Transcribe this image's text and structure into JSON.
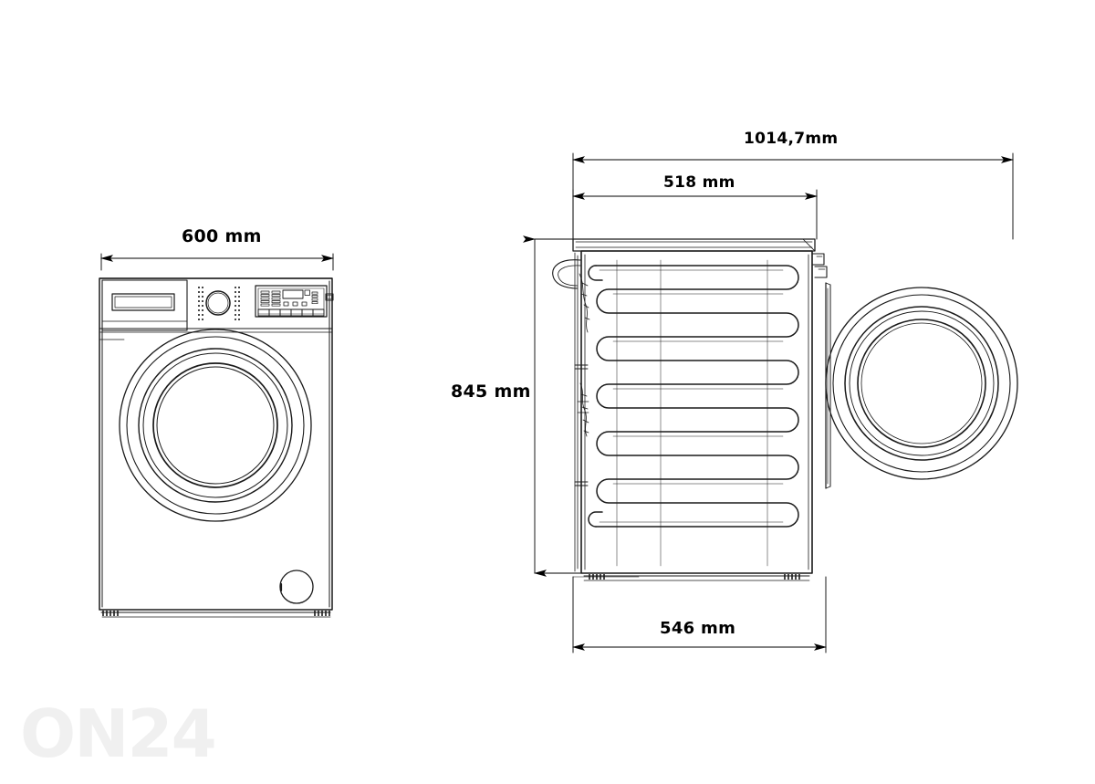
{
  "document": {
    "type": "technical-dimension-drawing",
    "subject": "Front-load washing machine",
    "background_color": "#ffffff",
    "line_color": "#1a1a1a",
    "text_color": "#000000"
  },
  "watermark": {
    "text": "ON24",
    "color": "#f0f0f0"
  },
  "dimensions": {
    "front_width": {
      "value": "600 mm",
      "view": "front",
      "orientation": "horizontal"
    },
    "total_depth_with_open_door": {
      "value": "1014,7mm",
      "view": "side",
      "orientation": "horizontal"
    },
    "body_depth": {
      "value": "518 mm",
      "view": "side",
      "orientation": "horizontal"
    },
    "height": {
      "value": "845 mm",
      "view": "side",
      "orientation": "vertical"
    },
    "base_depth": {
      "value": "546 mm",
      "view": "side",
      "orientation": "horizontal"
    }
  },
  "views": {
    "front": {
      "name": "front-elevation",
      "features": [
        "detergent-drawer",
        "program-knob",
        "control-panel-display",
        "door-porthole",
        "filter-cap",
        "adjustable-feet"
      ]
    },
    "side": {
      "name": "side-elevation",
      "features": [
        "condenser-serpentine-coil",
        "open-door-circle",
        "inlet-hose",
        "power-cable",
        "door-hinge",
        "adjustable-feet"
      ]
    }
  }
}
